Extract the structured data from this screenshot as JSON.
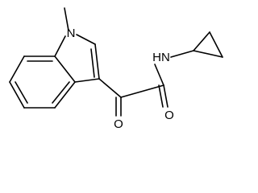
{
  "structure": {
    "atoms": {
      "indole_nitrogen": "N",
      "amide_nh": "HN",
      "ketone_oxygen": "O",
      "amide_oxygen": "O"
    },
    "colors": {
      "bonds": "#000000",
      "labels": "#000000",
      "background": "#ffffff"
    }
  }
}
